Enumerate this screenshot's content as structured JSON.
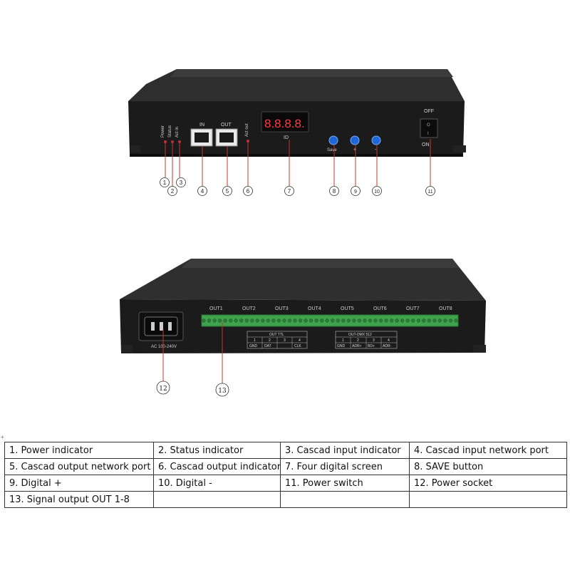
{
  "front_panel": {
    "indicator_labels": [
      "Power",
      "Status",
      "Act in"
    ],
    "in_label": "IN",
    "out_label": "OUT",
    "act_out_label": "Act out",
    "display_digits": "8.8.8.8.",
    "id_label": "ID",
    "save_label": "Save",
    "plus_label": "+",
    "minus_label": "-",
    "off_label": "OFF",
    "on_label": "ON",
    "switch_o": "O",
    "switch_i": "I",
    "callouts": [
      "1",
      "2",
      "3",
      "4",
      "5",
      "6",
      "7",
      "8",
      "9",
      "10",
      "11"
    ]
  },
  "rear_panel": {
    "ac_label": "AC 100-240V",
    "out_labels": [
      "OUT1",
      "OUT2",
      "OUT3",
      "OUT4",
      "OUT5",
      "OUT6",
      "OUT7",
      "OUT8"
    ],
    "ttl_title": "OUT TTL",
    "ttl_numbers": [
      "1",
      "2",
      "3",
      "4"
    ],
    "ttl_pins": [
      "GND",
      "DAT",
      "",
      "CLK"
    ],
    "dmx_title": "OUT-DMX 512",
    "dmx_numbers": [
      "1",
      "2",
      "3",
      "4"
    ],
    "dmx_pins": [
      "GND",
      "ADR+",
      "BD+",
      "ADR-"
    ],
    "callouts": [
      "12",
      "13"
    ]
  },
  "legend": {
    "rows": [
      [
        "1. Power indicator",
        "2. Status indicator",
        "3. Cascad    input indicator",
        "4. Cascad    input network    port"
      ],
      [
        "5. Cascad output network port",
        "6. Cascad output indicator",
        "7. Four digital  screen",
        "8. SAVE button"
      ],
      [
        "9. Digital  +",
        "10. Digital  -",
        "11. Power switch",
        "12. Power socket"
      ],
      [
        "13. Signal output OUT 1-8",
        "",
        "",
        ""
      ]
    ]
  },
  "colors": {
    "device_body": "#1c1c1c",
    "device_top": "#303030",
    "button_blue": "#1f66d6",
    "connector_green": "#3fa34d",
    "display_red": "#ff3b3b",
    "leader_red": "#c0392b"
  }
}
